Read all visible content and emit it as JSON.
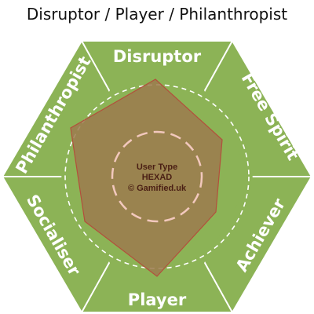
{
  "title": "Disruptor / Player / Philanthropist",
  "segments": {
    "top": "Disruptor",
    "upper_right": "Free Spirit",
    "lower_right": "Achiever",
    "bottom": "Player",
    "lower_left": "Socialiser",
    "upper_left": "Philanthropist"
  },
  "center": {
    "line1": "User Type",
    "line2": "HEXAD",
    "line3": "© Gamified.uk"
  },
  "colors": {
    "hexagon_fill": "#8cb356",
    "hexagon_stroke": "#ffffff",
    "profile_fill": "#9c7a4d",
    "profile_stroke": "#b34f3c",
    "outer_ring": "#ffffff",
    "inner_ring": "#f2c8bd",
    "center_text": "#4a1f14",
    "label_text": "#ffffff"
  }
}
